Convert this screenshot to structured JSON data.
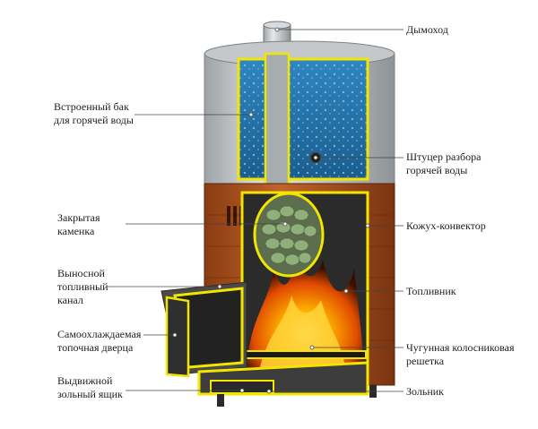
{
  "colors": {
    "steel": "#c9cdd0",
    "steel_dark": "#8e9396",
    "water": "#1f6fa6",
    "water_light": "#5fb2e0",
    "brick": "#b5581f",
    "brick_dark": "#7a3410",
    "cutline": "#f2e600",
    "iron": "#3c3c3c",
    "fire": "#ff8a00",
    "stones": "#7c9b6a"
  },
  "labels": {
    "chimney": [
      "Дымоход"
    ],
    "tank": [
      "Встроенный бак",
      "для горячей воды"
    ],
    "fitting": [
      "Штуцер разбора",
      "горячей воды"
    ],
    "heater": [
      "Закрытая",
      "каменка"
    ],
    "casing": [
      "Кожух-конвектор"
    ],
    "fuel_channel": [
      "Выносной",
      "топливный",
      "канал"
    ],
    "firebox": [
      "Топливник"
    ],
    "door": [
      "Самоохлаждаемая",
      "топочная дверца"
    ],
    "grate": [
      "Чугунная колосниковая",
      "решетка"
    ],
    "ash_drawer": [
      "Выдвижной",
      "зольный ящик"
    ],
    "ash_pit": [
      "Зольник"
    ]
  }
}
